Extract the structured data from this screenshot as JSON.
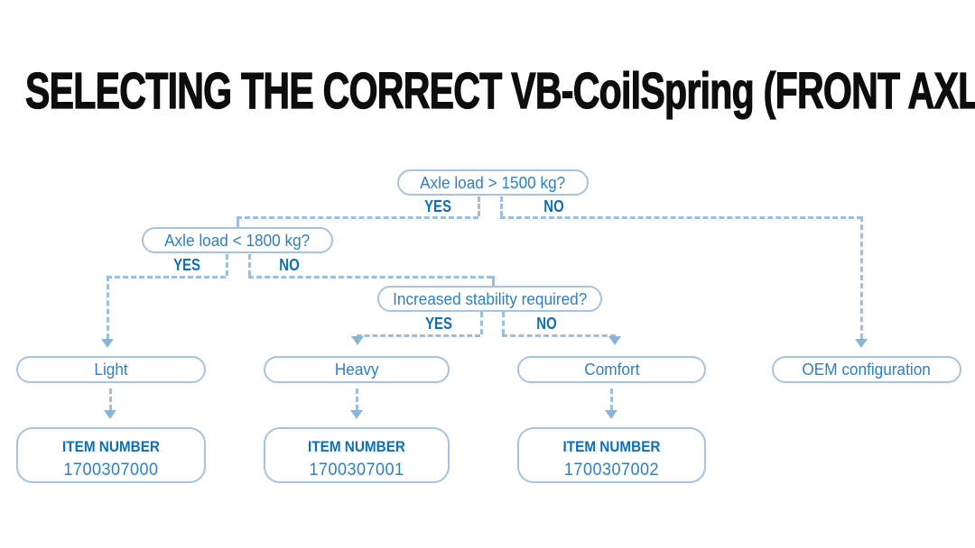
{
  "title": "SELECTING THE CORRECT VB-CoilSpring (FRONT AXLE)",
  "decisions": [
    {
      "question": "Axle load > 1500 kg?",
      "yes_label": "YES",
      "no_label": "NO"
    },
    {
      "question": "Axle load < 1800 kg?",
      "yes_label": "YES",
      "no_label": "NO"
    },
    {
      "question": "Increased stability required?",
      "yes_label": "YES",
      "no_label": "NO"
    }
  ],
  "outcomes": [
    {
      "label": "Light",
      "item_label": "ITEM NUMBER",
      "item_number": "1700307000"
    },
    {
      "label": "Heavy",
      "item_label": "ITEM NUMBER",
      "item_number": "1700307001"
    },
    {
      "label": "Comfort",
      "item_label": "ITEM NUMBER",
      "item_number": "1700307002"
    },
    {
      "label": "OEM configuration"
    }
  ],
  "colors": {
    "title_text": "#0d0d0d",
    "pill_border": "#a6c4e2",
    "pill_text": "#2f80c3",
    "bold_label_text": "#0d6fb8",
    "dashed_line": "#9dbfdf",
    "arrow": "#8ab5da",
    "background": "#ffffff"
  }
}
